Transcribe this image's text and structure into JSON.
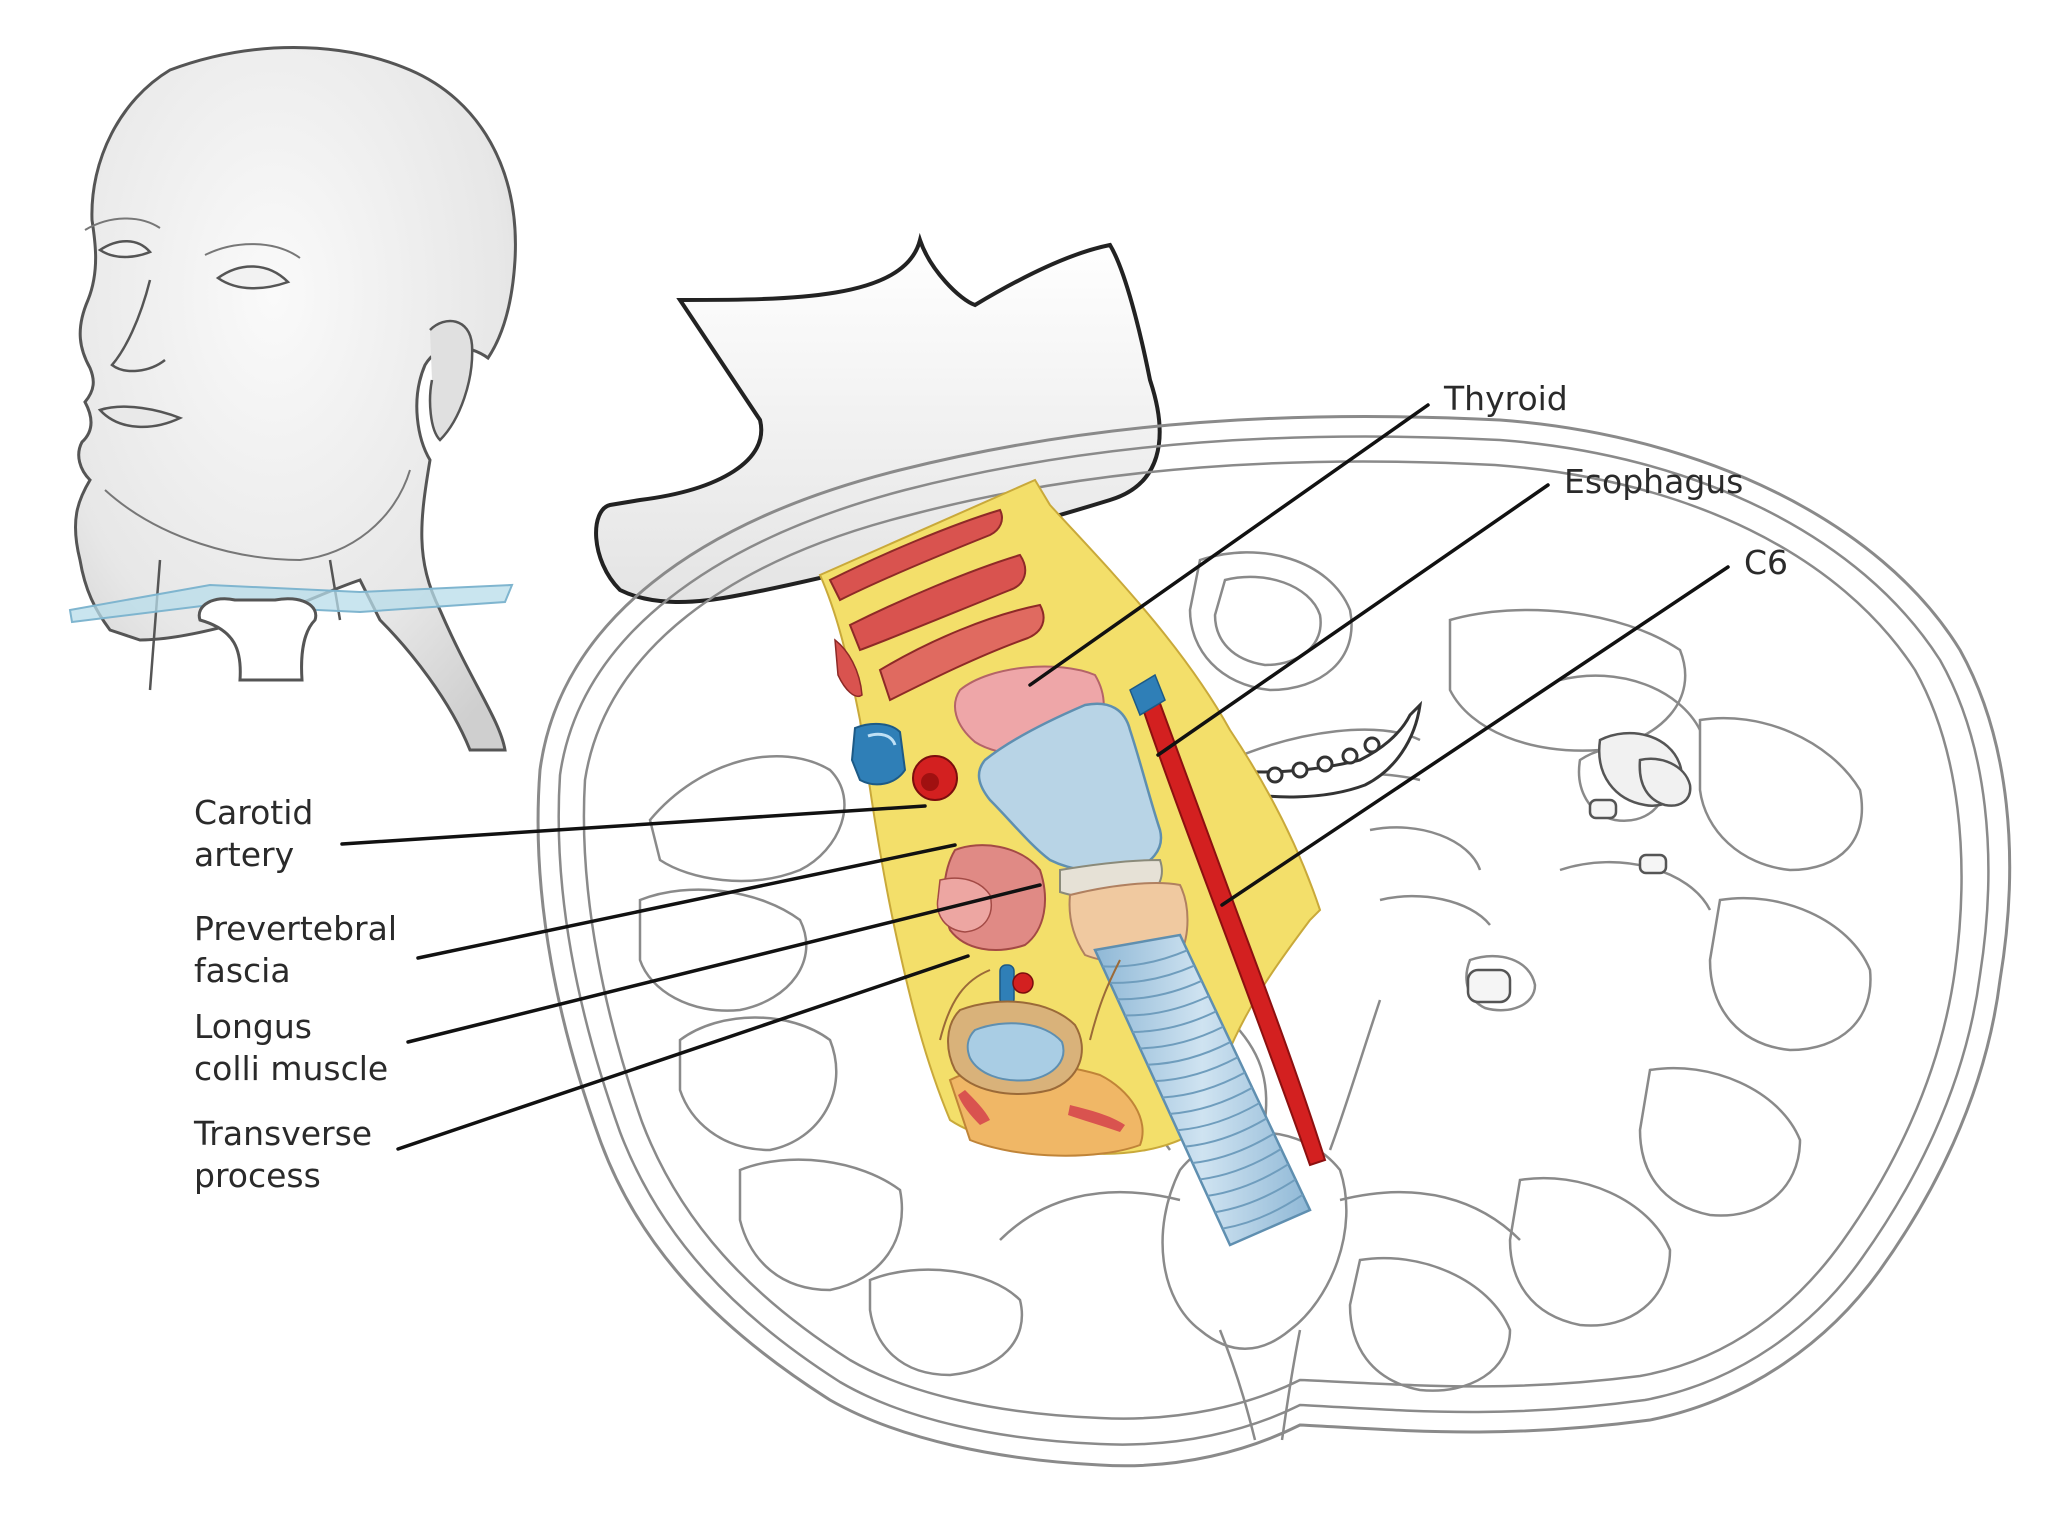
{
  "figure": {
    "labels": {
      "thyroid": "Thyroid",
      "esophagus": "Esophagus",
      "c6": "C6",
      "carotid_line1": "Carotid",
      "carotid_line2": "artery",
      "prevertebral_line1": "Prevertebral",
      "prevertebral_line2": "fascia",
      "longus_line1": "Longus",
      "longus_line2": "colli muscle",
      "transverse_line1": "Transverse",
      "transverse_line2": "process"
    },
    "colors": {
      "outline": "#8a8a8a",
      "skin": "#eeeeee",
      "fat": "#f3df6a",
      "muscle": "#d9534f",
      "artery": "#d32020",
      "vein": "#2f7fb7",
      "cartilage": "#b8d4e6",
      "thyroid": "#eea6a8",
      "bone": "#d9b27a",
      "leader": "#111111",
      "plane": "#b7dcea"
    }
  }
}
